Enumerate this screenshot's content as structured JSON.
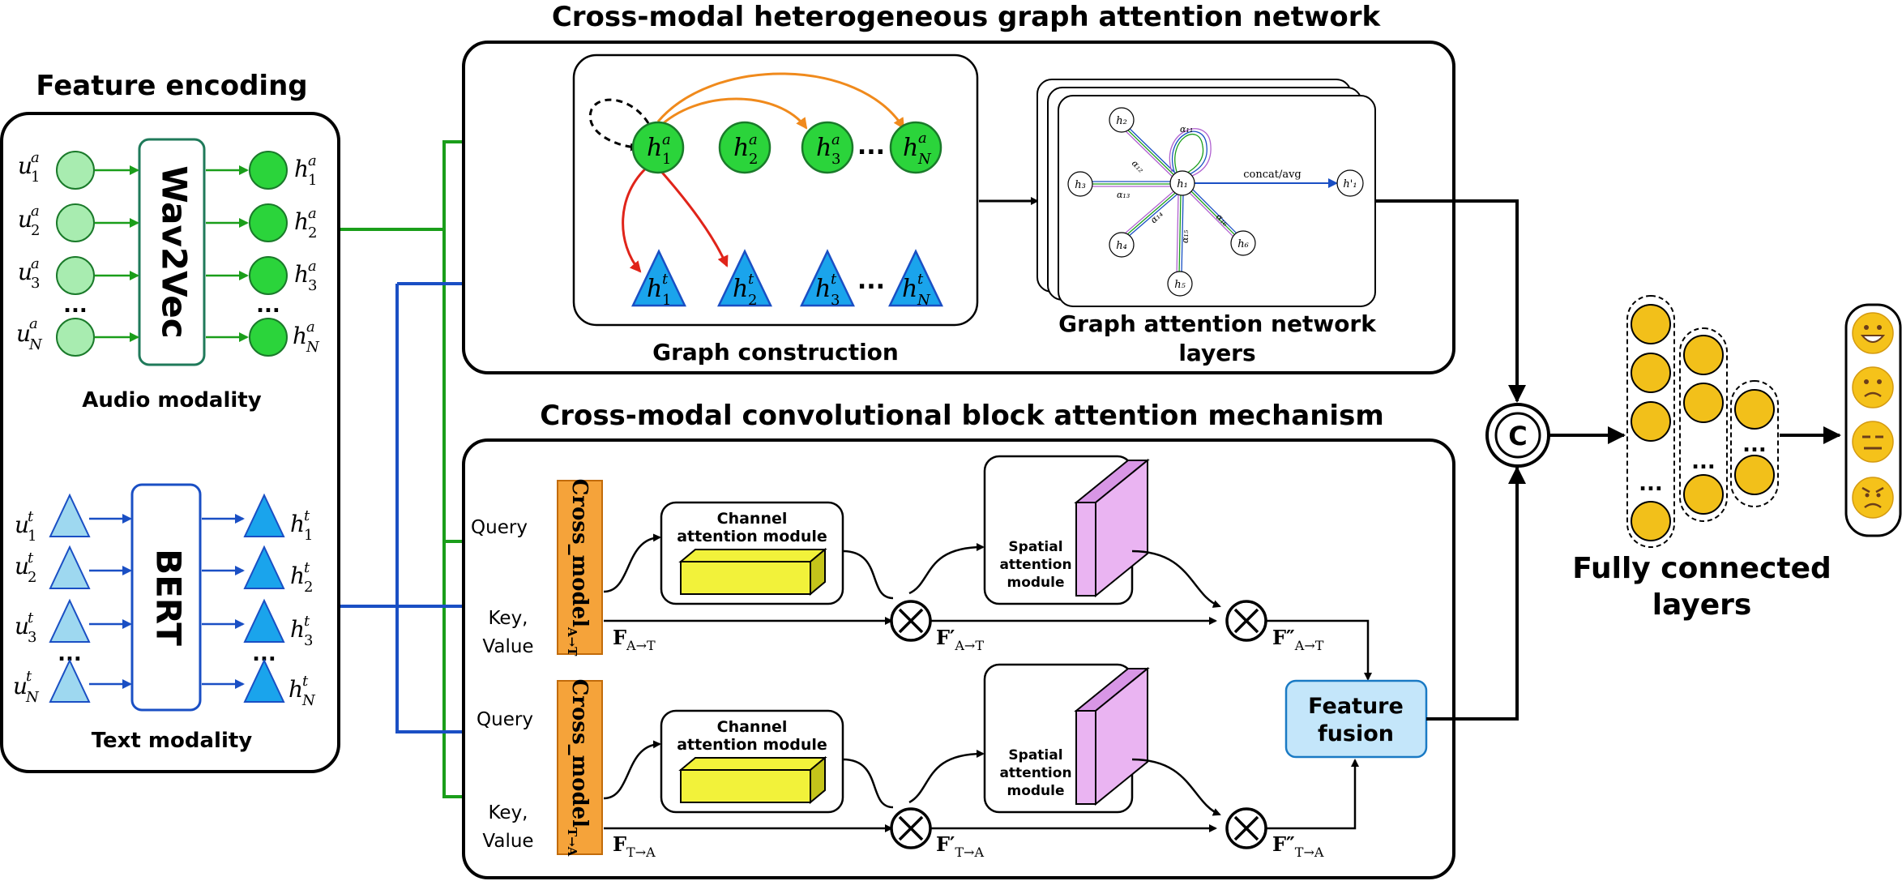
{
  "titles": {
    "feature_encoding": "Feature encoding",
    "gat_network": "Cross-modal heterogeneous graph attention network",
    "cbam": "Cross-modal convolutional block attention mechanism",
    "fully_connected": [
      "Fully connected",
      "layers"
    ]
  },
  "encoders": {
    "audio": "Wav2Vec",
    "text": "BERT",
    "audio_modality": "Audio modality",
    "text_modality": "Text modality"
  },
  "inputs": {
    "audio": [
      "u",
      "u",
      "u",
      "u"
    ],
    "audio_sub": [
      "1",
      "2",
      "3",
      "N"
    ],
    "audio_sup": "a",
    "text_sup": "t",
    "ellipsis": "..."
  },
  "graph": {
    "construction_label": "Graph construction",
    "gat_layers_label": [
      "Graph attention network",
      "layers"
    ],
    "audio_nodes": [
      "1",
      "2",
      "3",
      "N"
    ],
    "text_nodes": [
      "1",
      "2",
      "3",
      "N"
    ],
    "concat_label": "concat/avg",
    "gat_nodes": [
      "h₂",
      "h₃",
      "h₁",
      "h₄",
      "h₅",
      "h₆",
      "h'₁"
    ],
    "alphas": [
      "α₁₁",
      "α₁₂",
      "α₁₃",
      "α₁₄",
      "α₁₅",
      "α₁₆"
    ]
  },
  "cbam": {
    "query": "Query",
    "key_value": [
      "Key,",
      "Value"
    ],
    "cross_model_top": "Cross_model",
    "cross_model_top_sub": "A→T",
    "cross_model_bottom": "Cross_model",
    "cross_model_bottom_sub": "T→A",
    "channel_module": [
      "Channel",
      "attention module"
    ],
    "spatial_module": [
      "Spatial",
      "attention",
      "module"
    ],
    "feature_fusion": [
      "Feature",
      "fusion"
    ],
    "f_top": [
      "F",
      "A→T"
    ],
    "f_top_prime": [
      "F′",
      "A→T"
    ],
    "f_top_dprime": [
      "F″",
      "A→T"
    ],
    "f_bottom": [
      "F",
      "T→A"
    ],
    "f_bottom_prime": [
      "F′",
      "T→A"
    ],
    "f_bottom_dprime": [
      "F″",
      "T→A"
    ]
  },
  "concat_symbol": "C",
  "emojis": [
    "😀",
    "🙁",
    "😑",
    "😠"
  ],
  "colors": {
    "green_arrow": "#1a9e1a",
    "blue_arrow": "#1a4fc4",
    "orange_arrow": "#f08a1c",
    "red_arrow": "#e0241a",
    "audio_node_light": "#a8ecb0",
    "audio_node": "#2bd43b",
    "text_node_light": "#9ed8f0",
    "text_node": "#1aa4ec",
    "cross_model_fill": "#f5a33a",
    "channel_box": "#f2f23a",
    "spatial_box": "#eab4f2",
    "fusion_fill": "#c4e6fa",
    "fc_node": "#f2c01a"
  }
}
